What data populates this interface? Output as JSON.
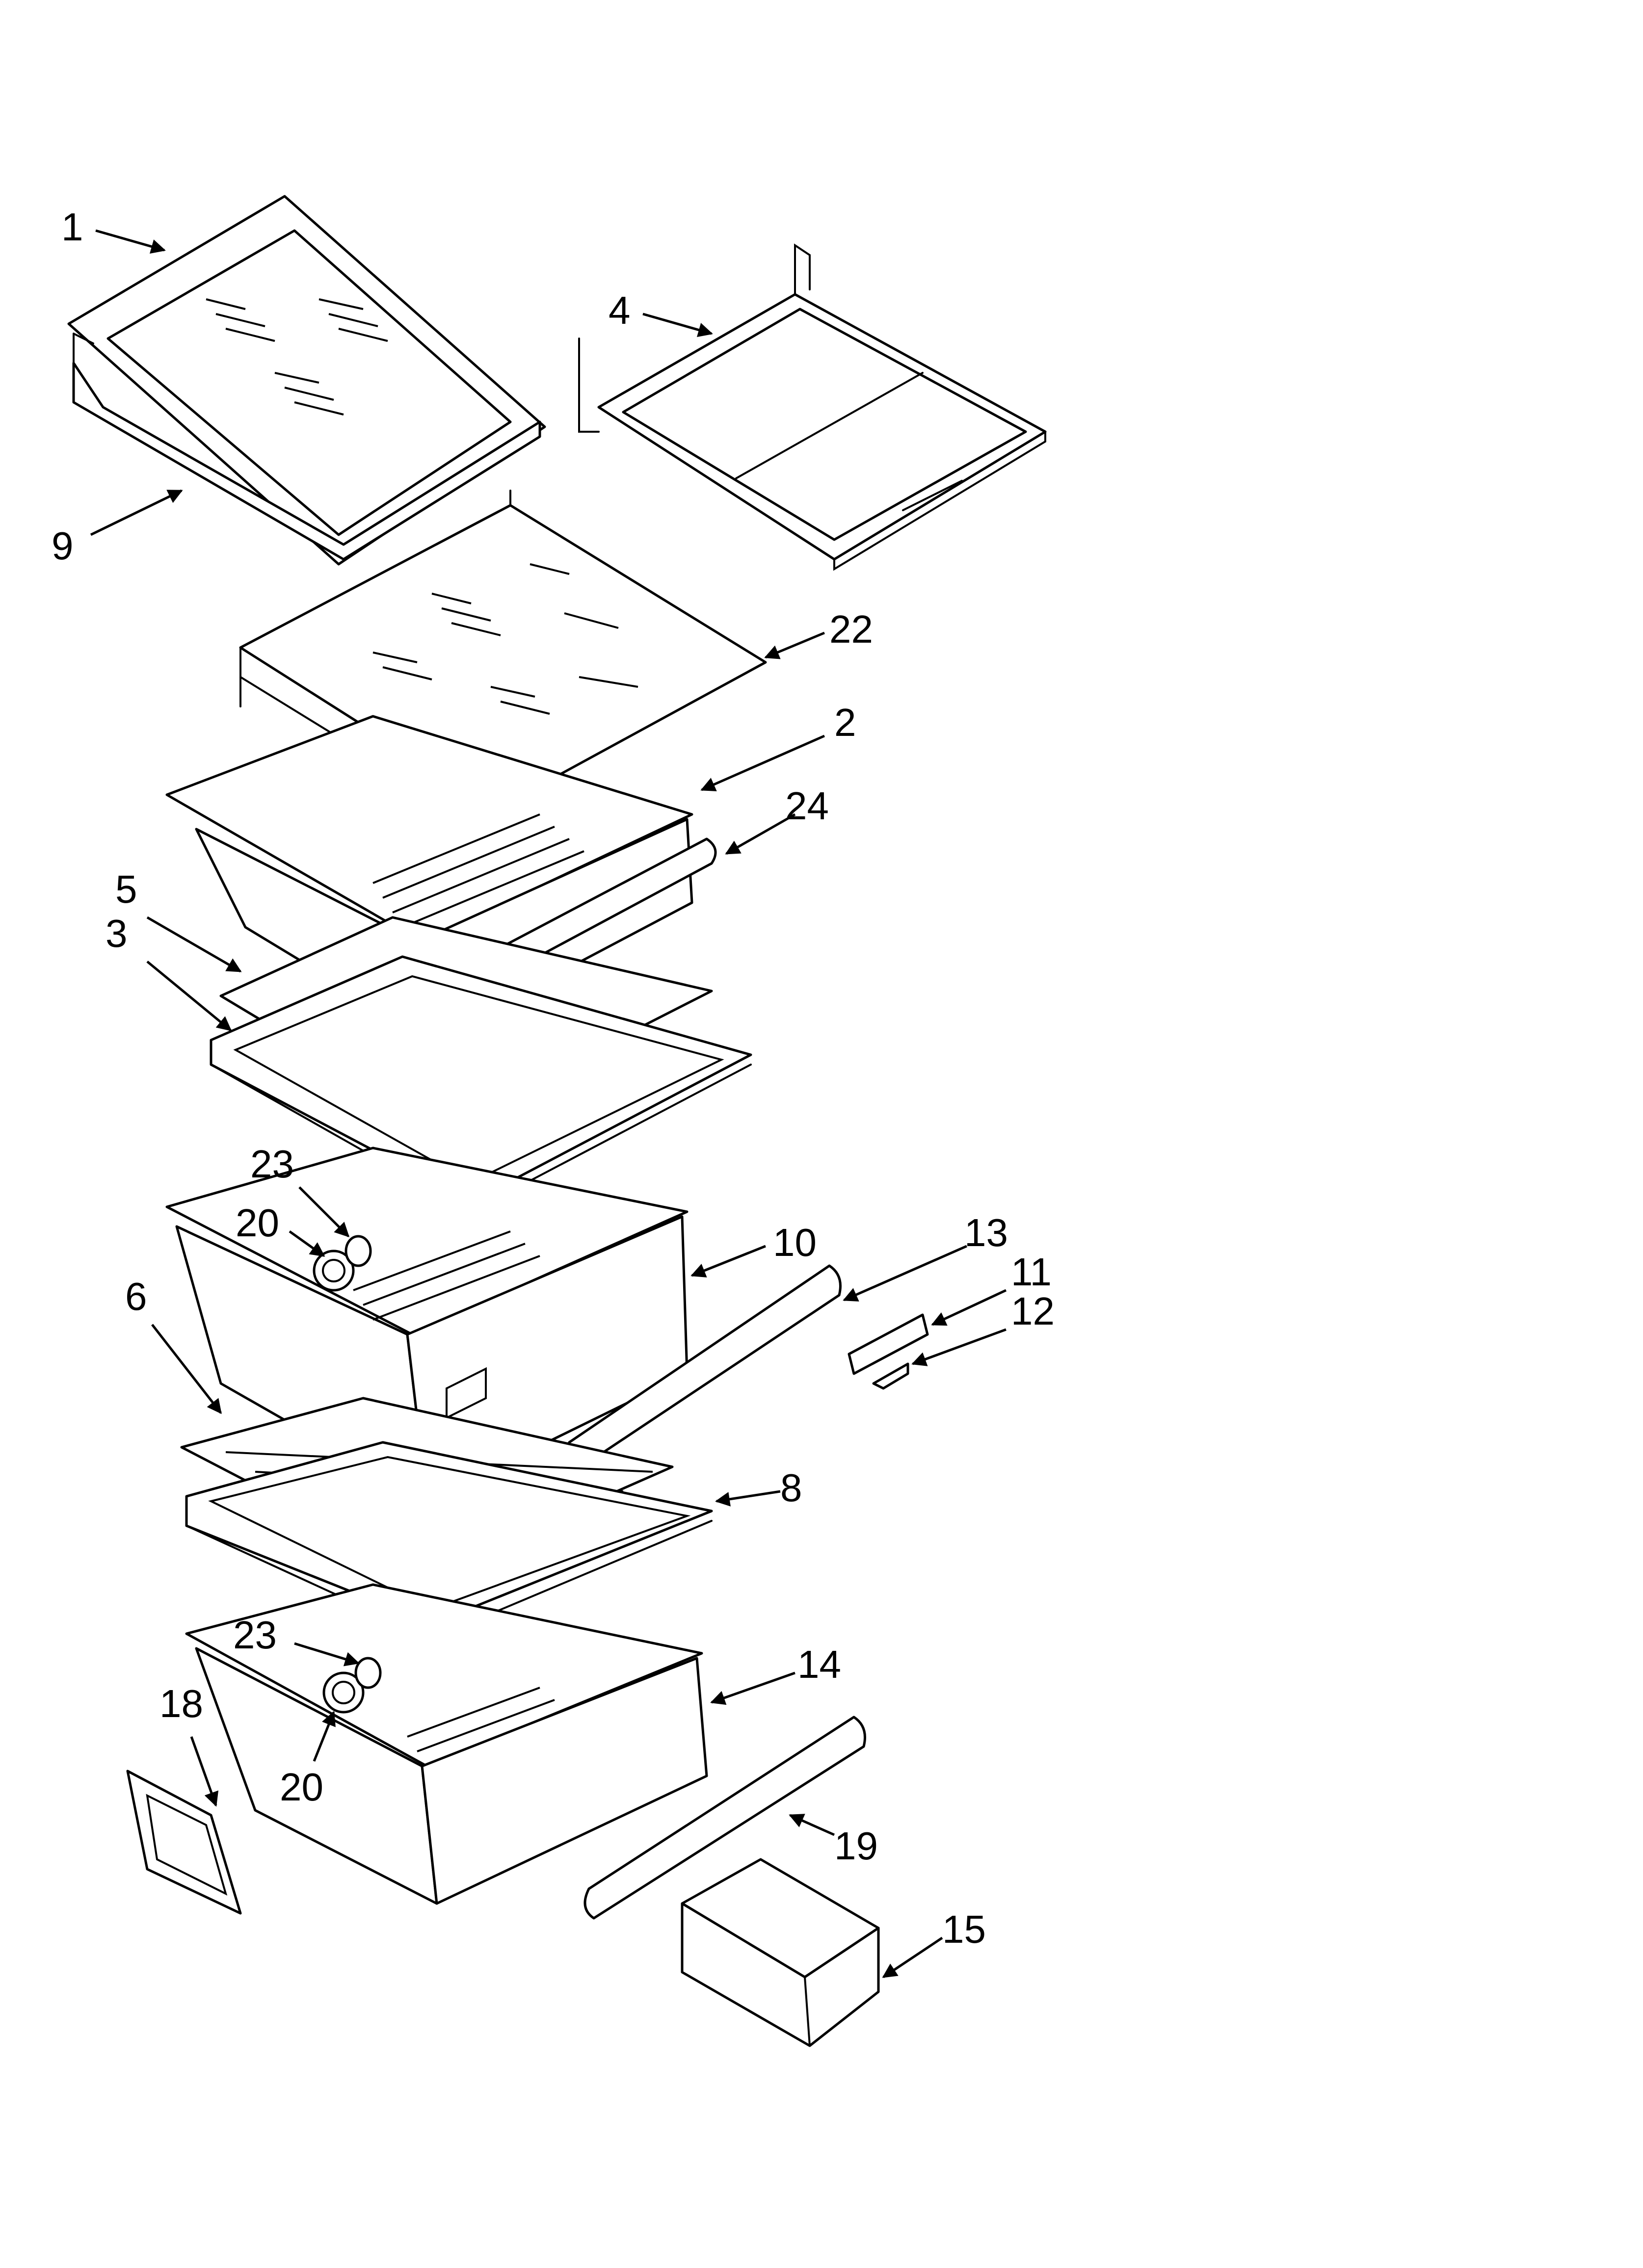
{
  "callouts": [
    {
      "id": "c1",
      "label": "1"
    },
    {
      "id": "c4",
      "label": "4"
    },
    {
      "id": "c9",
      "label": "9"
    },
    {
      "id": "c22",
      "label": "22"
    },
    {
      "id": "c2",
      "label": "2"
    },
    {
      "id": "c24",
      "label": "24"
    },
    {
      "id": "c5",
      "label": "5"
    },
    {
      "id": "c3",
      "label": "3"
    },
    {
      "id": "c23a",
      "label": "23"
    },
    {
      "id": "c20a",
      "label": "20"
    },
    {
      "id": "c10",
      "label": "10"
    },
    {
      "id": "c13",
      "label": "13"
    },
    {
      "id": "c11",
      "label": "11"
    },
    {
      "id": "c12",
      "label": "12"
    },
    {
      "id": "c6",
      "label": "6"
    },
    {
      "id": "c8",
      "label": "8"
    },
    {
      "id": "c23b",
      "label": "23"
    },
    {
      "id": "c14",
      "label": "14"
    },
    {
      "id": "c18",
      "label": "18"
    },
    {
      "id": "c20b",
      "label": "20"
    },
    {
      "id": "c19",
      "label": "19"
    },
    {
      "id": "c15",
      "label": "15"
    }
  ]
}
